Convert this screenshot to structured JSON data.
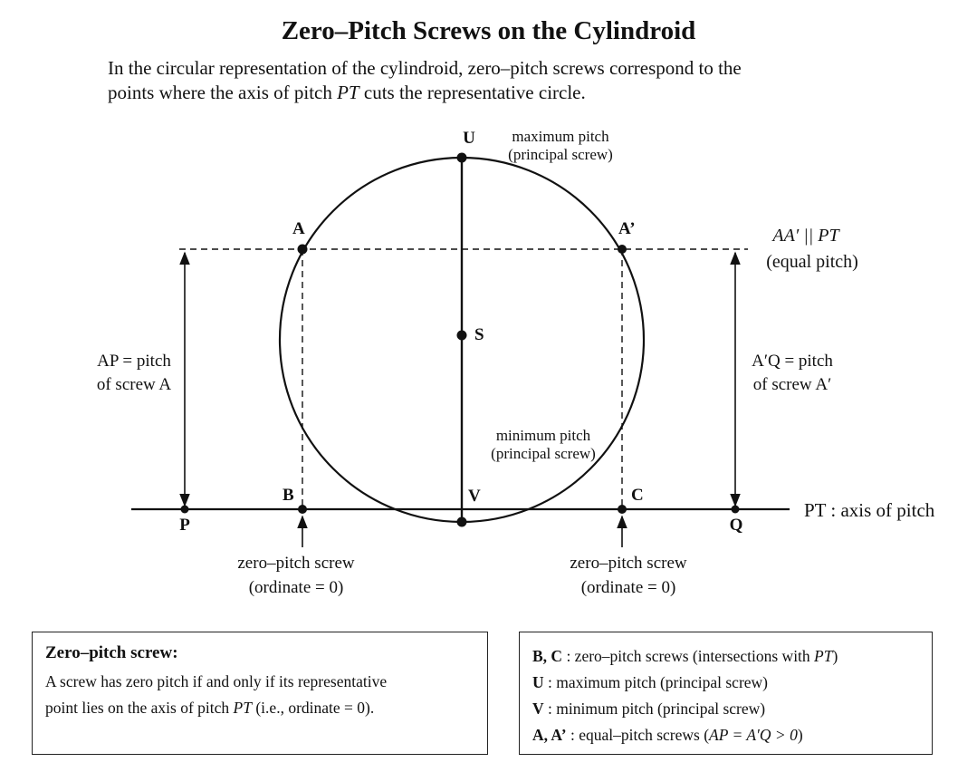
{
  "title": "Zero–Pitch Screws on the Cylindroid",
  "intro": {
    "line1": "In the circular representation of the cylindroid, zero–pitch screws correspond to the",
    "line2_pre": "points where the axis of pitch ",
    "line2_var": "PT",
    "line2_post": " cuts the representative circle."
  },
  "diagram": {
    "points": {
      "U": "U",
      "S": "S",
      "V": "V",
      "A": "A",
      "A_prime": "A’",
      "B": "B",
      "C": "C",
      "P": "P",
      "Q": "Q"
    },
    "max_pitch": [
      "maximum pitch",
      "(principal screw)"
    ],
    "min_pitch": [
      "minimum pitch",
      "(principal screw)"
    ],
    "parallel_label": [
      "AA′ || PT",
      "(equal pitch)"
    ],
    "left_dim": [
      "AP = pitch",
      "of screw A"
    ],
    "right_dim": [
      "A′Q = pitch",
      "of screw A′"
    ],
    "axis_label": "PT : axis of pitch",
    "zero_left": [
      "zero–pitch screw",
      "(ordinate = 0)"
    ],
    "zero_right": [
      "zero–pitch screw",
      "(ordinate = 0)"
    ]
  },
  "box_left": {
    "heading": "Zero–pitch screw:",
    "line1": "A screw has zero pitch if and only if its representative",
    "line2_pre": "point lies on the axis of pitch ",
    "line2_var": "PT",
    "line2_post": " (i.e., ordinate = 0)."
  },
  "box_right": {
    "rows": [
      {
        "key": "B, C",
        "text_pre": " : zero–pitch screws (intersections with ",
        "var": "PT",
        "text_post": ")"
      },
      {
        "key": "U",
        "text_pre": " : maximum pitch (principal screw)",
        "var": "",
        "text_post": ""
      },
      {
        "key": "V",
        "text_pre": " : minimum pitch (principal screw)",
        "var": "",
        "text_post": ""
      },
      {
        "key": "A, A’",
        "text_pre": " : equal–pitch screws (",
        "var": "AP = A′Q > 0",
        "text_post": ")"
      }
    ]
  }
}
